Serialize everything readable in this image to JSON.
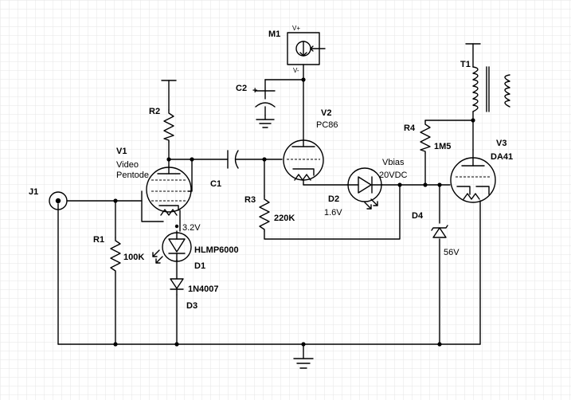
{
  "components": {
    "j1": {
      "ref": "J1"
    },
    "r1": {
      "ref": "R1",
      "value": "100K"
    },
    "r2": {
      "ref": "R2"
    },
    "r3": {
      "ref": "R3",
      "value": "220K"
    },
    "r4": {
      "ref": "R4",
      "value": "1M5"
    },
    "c1": {
      "ref": "C1"
    },
    "c2": {
      "ref": "C2",
      "polarity": "+"
    },
    "m1": {
      "ref": "M1",
      "vplus": "V+",
      "vminus": "V-"
    },
    "v1": {
      "ref": "V1",
      "desc1": "Video",
      "desc2": "Pentode"
    },
    "v2": {
      "ref": "V2",
      "part": "PC86"
    },
    "v3": {
      "ref": "V3",
      "part": "DA41"
    },
    "d1": {
      "ref": "D1",
      "part": "HLMP6000",
      "voltage": "3.2V"
    },
    "d2": {
      "ref": "D2",
      "voltage": "1.6V"
    },
    "d3": {
      "ref": "D3",
      "part": "1N4007"
    },
    "d4": {
      "ref": "D4",
      "voltage": "56V"
    },
    "t1": {
      "ref": "T1"
    },
    "vbias": {
      "line1": "Vbias",
      "line2": "20VDC"
    }
  },
  "colors": {
    "background": "#ffffff",
    "grid": "#e6e6e6",
    "ink": "#000000"
  }
}
